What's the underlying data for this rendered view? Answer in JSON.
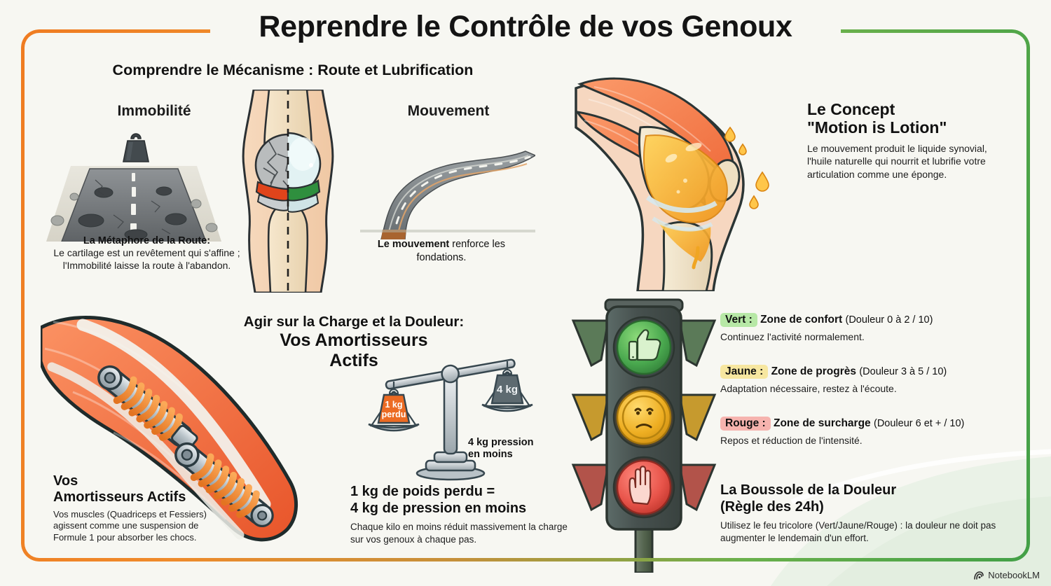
{
  "title": "Reprendre le Contrôle de vos Genoux",
  "watermark": {
    "label": "NotebookLM",
    "icon": "notebooklm-icon"
  },
  "colors": {
    "border_start": "#ef7c22",
    "border_end": "#43a047",
    "green": "#4caf50",
    "yellow": "#f3b724",
    "red": "#e84a3f",
    "orange_accent": "#e8702a",
    "background": "#f7f7f2",
    "text": "#151515"
  },
  "mechanism": {
    "section_title": "Comprendre le Mécanisme : Route et Lubrification",
    "label_left": "Immobilité",
    "label_right": "Mouvement",
    "caption_left_title": "La Métaphore de la Route:",
    "caption_left_body": "Le cartilage est un revêtement qui s'affine ; l'Immobilité laisse la route à l'abandon.",
    "caption_right_lead": "Le mouvement",
    "caption_right_rest": " renforce les fondations."
  },
  "lotion": {
    "title_line1": "Le Concept",
    "title_line2": "\"Motion is Lotion\"",
    "body": "Le mouvement produit le liquide synovial, l'huile naturelle qui nourrit et lubrifie votre articulation comme une éponge."
  },
  "charge": {
    "line1": "Agir sur la Charge et la Douleur:",
    "line2": "Vos Amortisseurs",
    "line3": "Actifs"
  },
  "shock": {
    "title_line1": "Vos",
    "title_line2": "Amortisseurs Actifs",
    "body": "Vos muscles (Quadriceps et Fessiers) agissent comme une suspension de Formule 1 pour absorber les chocs."
  },
  "scale": {
    "left_weight_line1": "1 kg",
    "left_weight_line2": "perdu",
    "right_weight": "4 kg",
    "side_caption_line1": "4 kg pression",
    "side_caption_line2": "en moins",
    "headline_line1": "1 kg de poids perdu =",
    "headline_line2": "4 kg de pression en moins",
    "body": "Chaque kilo en moins réduit massivement la charge sur vos genoux à chaque pas."
  },
  "traffic_light": {
    "lamps": [
      {
        "color_name": "green",
        "icon": "thumbs-up-icon",
        "hex": "#4aa94f"
      },
      {
        "color_name": "yellow",
        "icon": "neutral-face-icon",
        "hex": "#eeae22"
      },
      {
        "color_name": "red",
        "icon": "stop-hand-icon",
        "hex": "#e8544a"
      }
    ]
  },
  "legend": [
    {
      "chip_label": "Vert :",
      "chip_bg": "#b7e8a6",
      "bold_text": "Zone de confort",
      "paren_text": "(Douleur 0 à 2 / 10)",
      "sub_text": "Continuez l'activité normalement."
    },
    {
      "chip_label": "Jaune :",
      "chip_bg": "#f7e7a0",
      "bold_text": "Zone de progrès",
      "paren_text": "(Douleur 3 à 5 / 10)",
      "sub_text": "Adaptation nécessaire, restez à l'écoute."
    },
    {
      "chip_label": "Rouge :",
      "chip_bg": "#f6b3ae",
      "bold_text": "Zone de surcharge",
      "paren_text": "(Douleur 6 et + / 10)",
      "sub_text": "Repos et réduction de l'intensité."
    }
  ],
  "compass": {
    "title_line1": "La Boussole de la Douleur",
    "title_line2": "(Règle des 24h)",
    "body": "Utilisez le feu tricolore (Vert/Jaune/Rouge) : la douleur ne doit pas augmenter le lendemain d'un effort."
  }
}
